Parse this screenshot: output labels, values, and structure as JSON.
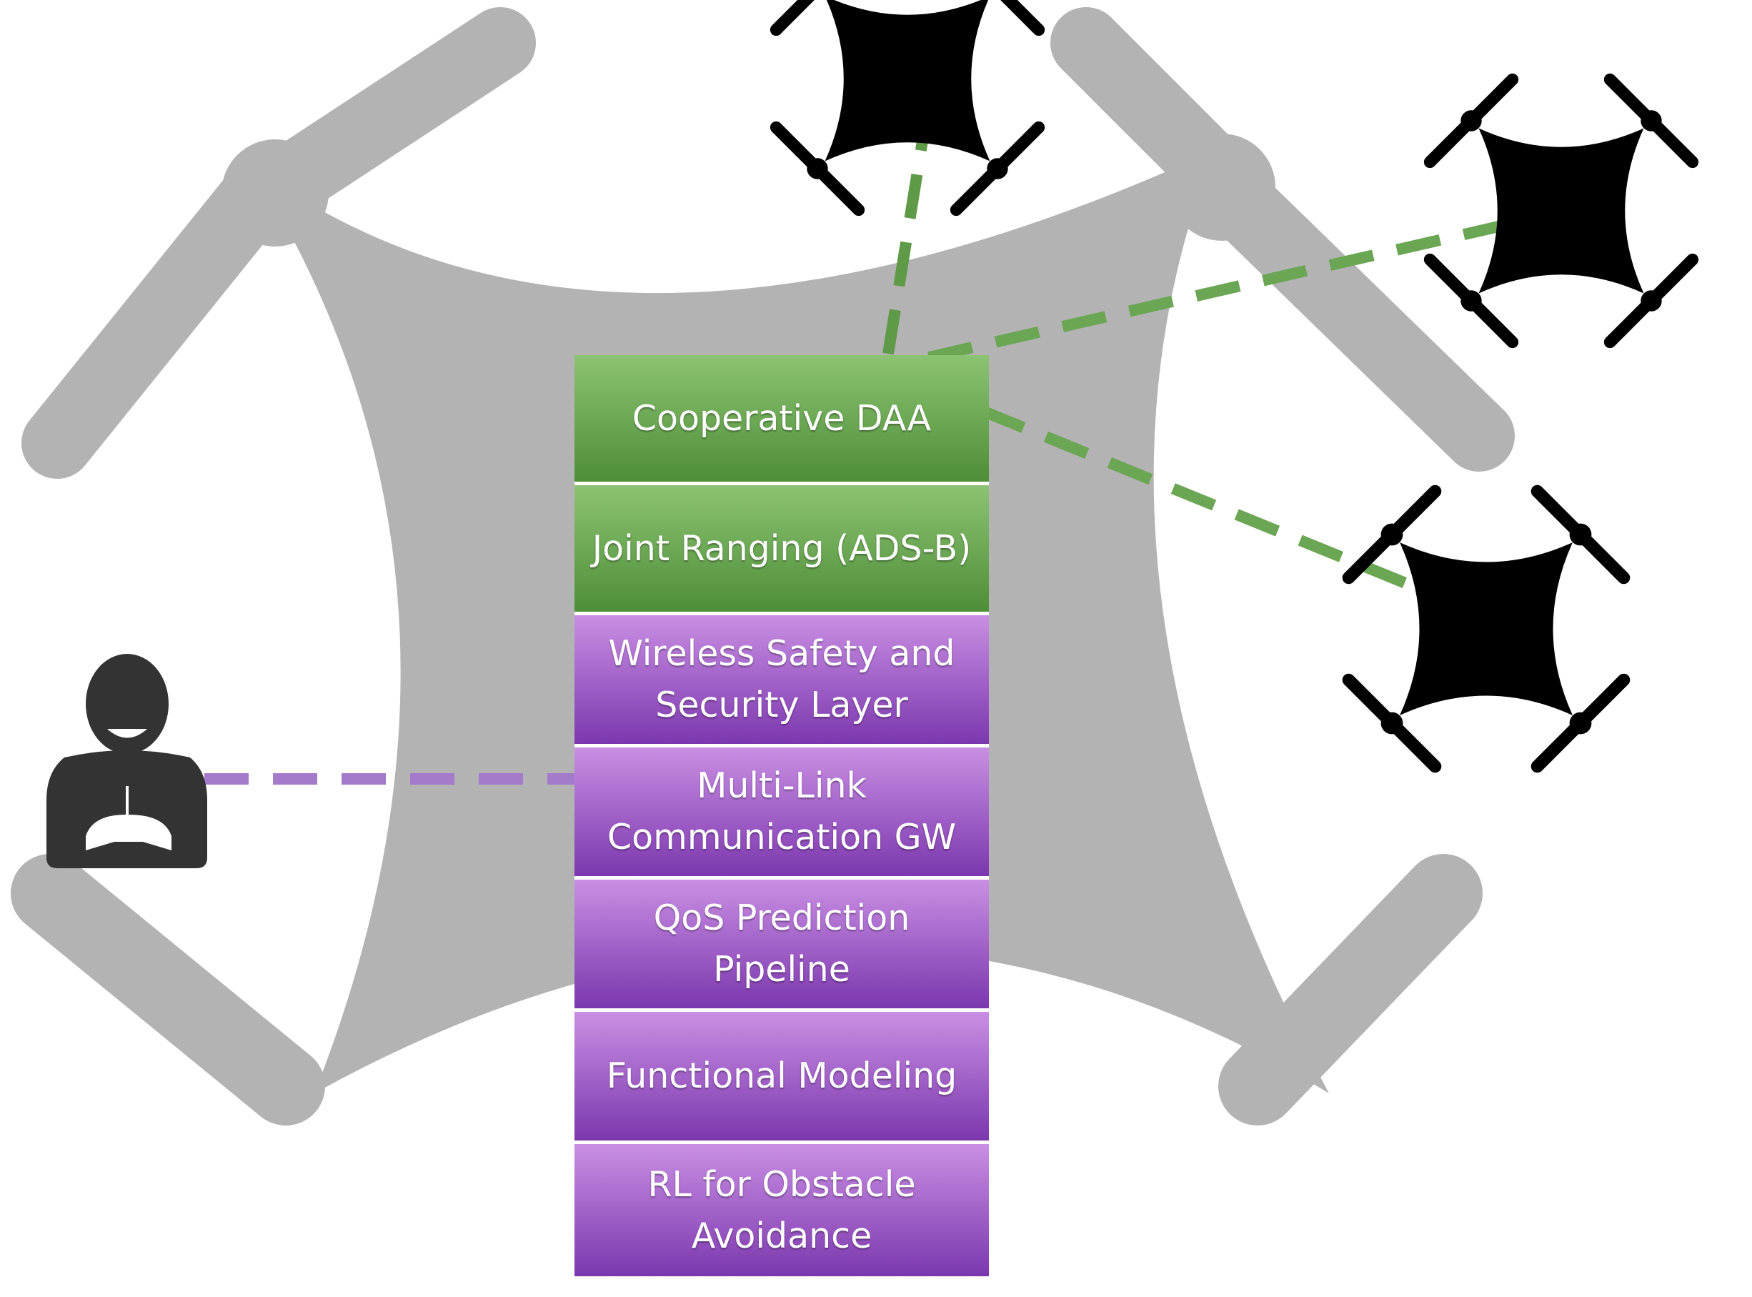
{
  "colors": {
    "background": "#ffffff",
    "drone_body": "#b3b3b3",
    "drone_icon": "#000000",
    "operator_icon": "#333333",
    "green_layer": "#6aa653",
    "purple_layer": "#a05fcd",
    "green_link": "#6aa653",
    "purple_link": "#a47acb"
  },
  "icons": {
    "host_drone": "quadcopter-silhouette",
    "peer_drones": "quadcopter-icon",
    "operator": "remote-pilot-icon"
  },
  "layers": [
    {
      "label": "Cooperative DAA",
      "group": "green"
    },
    {
      "label": "Joint Ranging (ADS-B)",
      "group": "green"
    },
    {
      "label": "Wireless Safety and Security Layer",
      "group": "purple"
    },
    {
      "label": "Multi-Link Communication GW",
      "group": "purple"
    },
    {
      "label": "QoS Prediction Pipeline",
      "group": "purple"
    },
    {
      "label": "Functional Modeling",
      "group": "purple"
    },
    {
      "label": "RL for Obstacle Avoidance",
      "group": "purple"
    }
  ]
}
